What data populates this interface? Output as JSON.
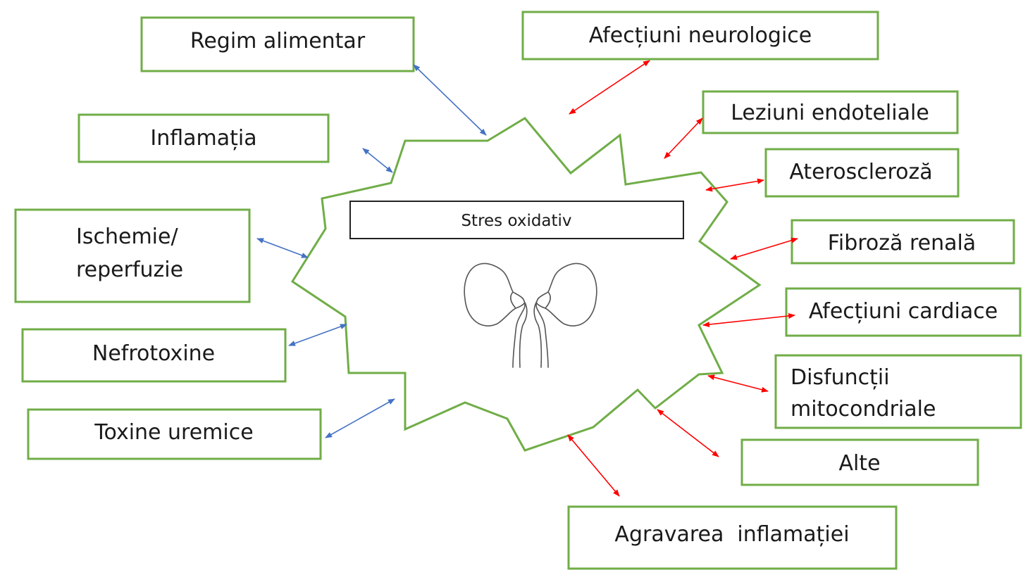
{
  "center": {
    "title": "Stres oxidativ",
    "icon": "kidneys-icon"
  },
  "causes": [
    {
      "id": "regim-alimentar",
      "label": "Regim alimentar"
    },
    {
      "id": "inflamatia",
      "label": "Inflamația"
    },
    {
      "id": "ischemie",
      "lines": [
        "Ischemie/",
        "reperfuzie"
      ]
    },
    {
      "id": "nefrotoxine",
      "label": "Nefrotoxine"
    },
    {
      "id": "toxine-uremice",
      "label": "Toxine uremice"
    }
  ],
  "consequences": [
    {
      "id": "afectiuni-neurologice",
      "label": "Afecțiuni neurologice"
    },
    {
      "id": "leziuni-endoteliale",
      "label": "Leziuni endoteliale"
    },
    {
      "id": "ateroscleroza",
      "label": "Ateroscleroză"
    },
    {
      "id": "fibroza-renala",
      "label": "Fibroză renală"
    },
    {
      "id": "afectiuni-cardiace",
      "label": "Afecțiuni cardiace"
    },
    {
      "id": "disfunctii",
      "lines": [
        "Disfuncții",
        "mitocondriale"
      ]
    },
    {
      "id": "alte",
      "label": "Alte"
    },
    {
      "id": "agravarea-inflamatiei",
      "label": "Agravarea  inflamației"
    }
  ],
  "colors": {
    "box_border": "#70ad47",
    "star_border": "#70ad47",
    "cause_arrow": "#4472c4",
    "consequence_arrow": "#ff0000",
    "center_border": "#222222"
  }
}
